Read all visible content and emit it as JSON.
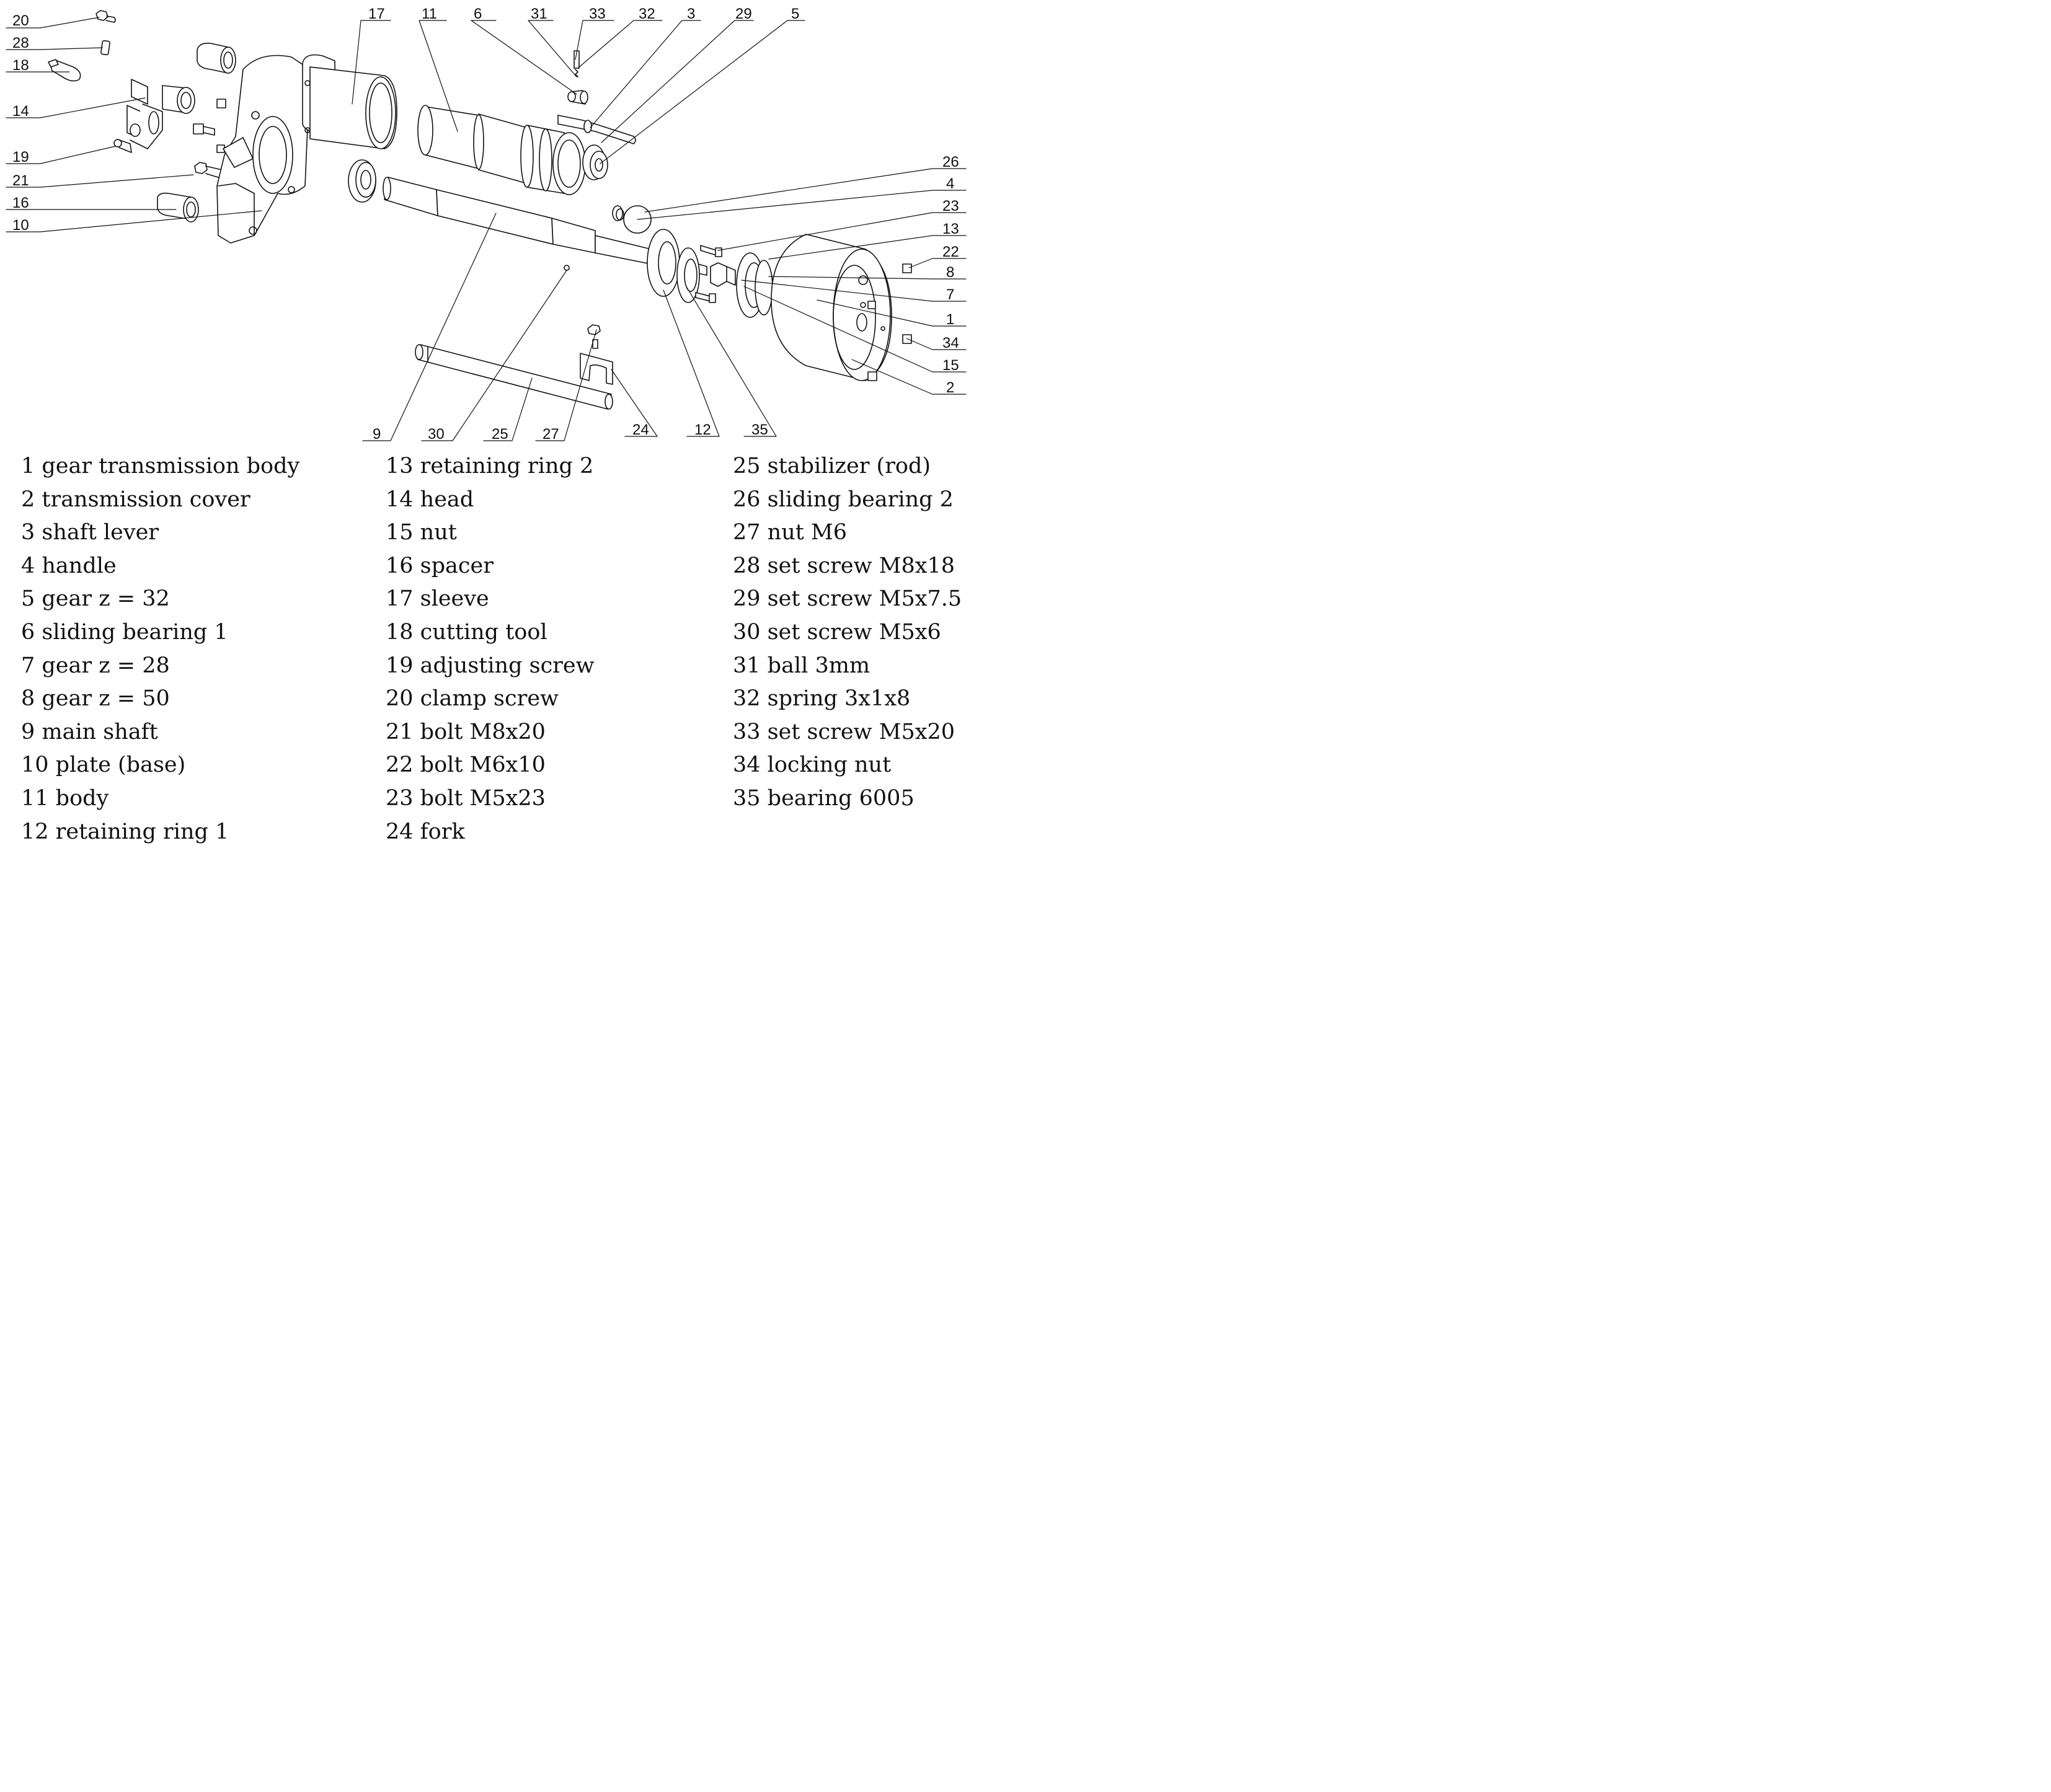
{
  "callouts": {
    "c1": "1",
    "c2": "2",
    "c3": "3",
    "c4": "4",
    "c5": "5",
    "c6": "6",
    "c7": "7",
    "c8": "8",
    "c9": "9",
    "c10": "10",
    "c11": "11",
    "c12": "12",
    "c13": "13",
    "c14": "14",
    "c15": "15",
    "c16": "16",
    "c17": "17",
    "c18": "18",
    "c19": "19",
    "c20": "20",
    "c21": "21",
    "c22": "22",
    "c23": "23",
    "c24": "24",
    "c25": "25",
    "c26": "26",
    "c27": "27",
    "c28": "28",
    "c29": "29",
    "c30": "30",
    "c31": "31",
    "c32": "32",
    "c33": "33",
    "c34": "34",
    "c35": "35"
  },
  "legend": {
    "col1": [
      "1 gear transmission body",
      "2 transmission cover",
      "3 shaft lever",
      "4 handle",
      "5 gear z = 32",
      "6 sliding bearing 1",
      "7 gear z = 28",
      "8 gear z = 50",
      "9 main shaft",
      "10 plate (base)",
      "11 body",
      "12 retaining ring 1"
    ],
    "col2": [
      "13 retaining ring 2",
      "14 head",
      "15 nut",
      "16 spacer",
      "17 sleeve",
      "18 cutting tool",
      "19 adjusting screw",
      "20 clamp screw",
      "21 bolt M8x20",
      "22 bolt M6x10",
      "23 bolt M5x23",
      "24 fork"
    ],
    "col3": [
      "25 stabilizer (rod)",
      "26 sliding bearing 2",
      "27 nut M6",
      "28 set screw M8x18",
      "29 set screw M5x7.5",
      "30 set screw M5x6",
      "31 ball 3mm",
      "32 spring 3x1x8",
      "33 set screw M5x20",
      "34 locking nut",
      "35 bearing 6005"
    ]
  }
}
